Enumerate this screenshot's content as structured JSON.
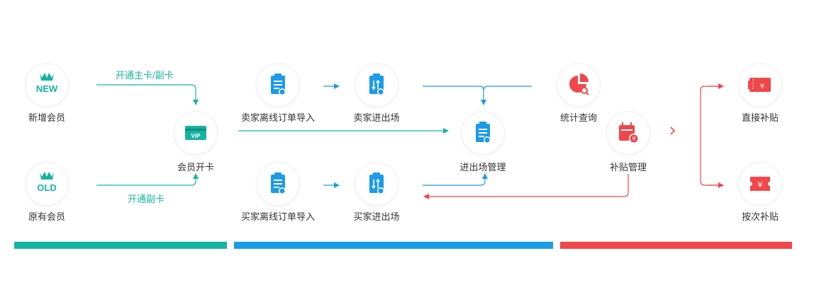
{
  "nodes": {
    "new_member": {
      "label": "新增会员",
      "badge": "NEW"
    },
    "old_member": {
      "label": "原有会员",
      "badge": "OLD"
    },
    "card_open": {
      "label": "会员开卡",
      "badge": "VIP"
    },
    "seller_import": {
      "label": "卖家离线订单导入"
    },
    "seller_entry": {
      "label": "卖家进出场"
    },
    "buyer_import": {
      "label": "买家离线订单导入"
    },
    "buyer_entry": {
      "label": "买家进出场"
    },
    "entry_manage": {
      "label": "进出场管理"
    },
    "stats_query": {
      "label": "统计查询"
    },
    "subsidy_manage": {
      "label": "补贴管理"
    },
    "direct_subsidy": {
      "label": "直接补贴"
    },
    "per_use_subsidy": {
      "label": "按次补贴"
    }
  },
  "edges": {
    "open_main_card": "开通主卡/副卡",
    "open_sub_card": "开通副卡"
  },
  "colors": {
    "teal": "#16b4a0",
    "blue": "#1b9be8",
    "red": "#f0474b"
  }
}
